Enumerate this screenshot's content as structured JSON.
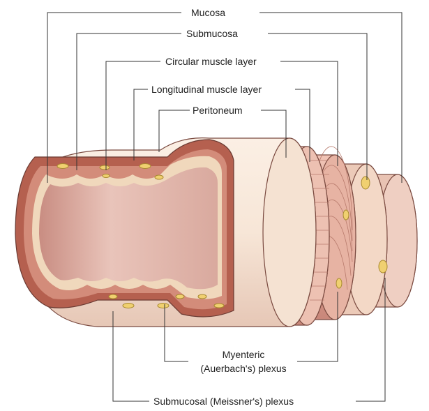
{
  "labels": {
    "mucosa": "Mucosa",
    "submucosa": "Submucosa",
    "circular_muscle_layer": "Circular muscle layer",
    "longitudinal_muscle_layer": "Longitudinal muscle layer",
    "peritoneum": "Peritoneum",
    "myenteric_line1": "Myenteric",
    "myenteric_line2": "(Auerbach's) plexus",
    "submucosal_plexus": "Submucosal (Meissner's) plexus"
  },
  "colors": {
    "leader_line": "#333333",
    "peritoneum": "#f6e5d6",
    "lumen": "#e4b8ad",
    "muscle": "#d89a8b",
    "mucosa_dark": "#a8554d",
    "submucosa": "#f2dcc3",
    "ganglion": "#f0d080"
  }
}
